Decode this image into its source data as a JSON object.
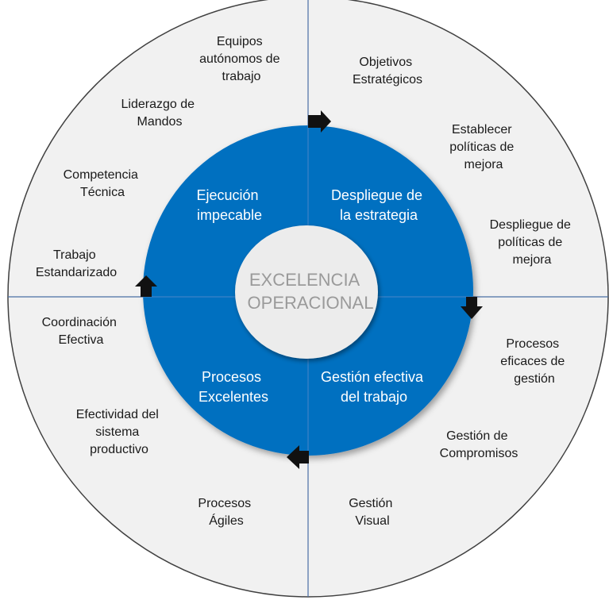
{
  "center_label": [
    "EXCELENCIA",
    "OPERACIONAL"
  ],
  "quadrants": [
    {
      "id": "q1",
      "lines": [
        "Despliegue de",
        "la estrategia"
      ]
    },
    {
      "id": "q2",
      "lines": [
        "Gestión efectiva",
        "del trabajo"
      ]
    },
    {
      "id": "q3",
      "lines": [
        "Procesos",
        "Excelentes"
      ]
    },
    {
      "id": "q4",
      "lines": [
        "Ejecución",
        "impecable"
      ]
    }
  ],
  "outer_items": [
    {
      "id": "objetivos-estrategicos",
      "lines": [
        "Objetivos",
        "Estratégicos"
      ]
    },
    {
      "id": "establecer-politicas",
      "lines": [
        "Establecer",
        "políticas de",
        "mejora"
      ]
    },
    {
      "id": "despliegue-politicas",
      "lines": [
        "Despliegue de",
        "políticas de",
        "mejora"
      ]
    },
    {
      "id": "procesos-eficaces",
      "lines": [
        "Procesos",
        "eficaces de",
        "gestión"
      ]
    },
    {
      "id": "gestion-compromisos",
      "lines": [
        "Gestión de",
        "Compromisos"
      ]
    },
    {
      "id": "gestion-visual",
      "lines": [
        "Gestión",
        "Visual"
      ]
    },
    {
      "id": "procesos-agiles",
      "lines": [
        "Procesos",
        "Ágiles"
      ]
    },
    {
      "id": "efectividad-sistema",
      "lines": [
        "Efectividad del",
        "sistema",
        "productivo"
      ]
    },
    {
      "id": "coordinacion-efectiva",
      "lines": [
        "Coordinación",
        "Efectiva"
      ]
    },
    {
      "id": "trabajo-estandarizado",
      "lines": [
        "Trabajo",
        "Estandarizado"
      ]
    },
    {
      "id": "competencia-tecnica",
      "lines": [
        "Competencia",
        "Técnica"
      ]
    },
    {
      "id": "liderazgo-mandos",
      "lines": [
        "Liderazgo de",
        "Mandos"
      ]
    },
    {
      "id": "equipos-autonomos",
      "lines": [
        "Equipos",
        "autónomos de",
        "trabajo"
      ]
    }
  ],
  "colors": {
    "outer_fill": "#f1f1f1",
    "outer_stroke": "#404040",
    "ring_fill": "#0070c0",
    "center_fill": "#ececec",
    "divider": "#4a6fa5",
    "arrow": "#111111"
  },
  "icons": [
    "arrow-right-icon",
    "arrow-down-icon",
    "arrow-left-icon",
    "arrow-up-icon"
  ]
}
